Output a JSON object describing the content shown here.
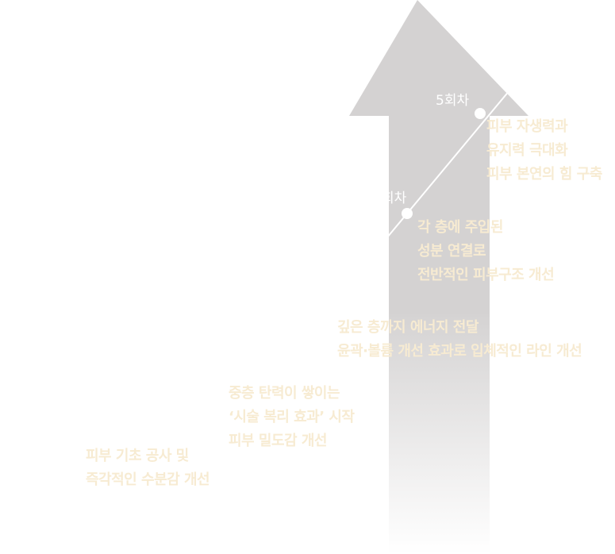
{
  "milestones": [
    {
      "label": "5회차"
    },
    {
      "label": "회차"
    }
  ],
  "annotations": [
    {
      "lines": [
        "피부 자생력과",
        "유지력 극대화",
        "피부 본연의 힘 구축"
      ]
    },
    {
      "lines": [
        "각 층에 주입된",
        "성분 연결로",
        "전반적인 피부구조 개선"
      ]
    },
    {
      "lines": [
        "깊은 층까지 에너지 전달",
        "윤곽·볼륨 개선 효과로 입체적인 라인 개선"
      ]
    },
    {
      "lines": [
        "중층 탄력이 쌓이는",
        "‘시술 복리 효과’ 시작",
        "피부 밀도감 개선"
      ]
    },
    {
      "lines": [
        "피부 기초 공사 및",
        "즉각적인 수분감 개선"
      ]
    }
  ],
  "colors": {
    "arrow": "#d4d2d2",
    "arrow_fade": "#ffffff",
    "line": "#ffffff",
    "annotation_text": "#f7ebd2",
    "milestone_text": "#ffffff"
  }
}
